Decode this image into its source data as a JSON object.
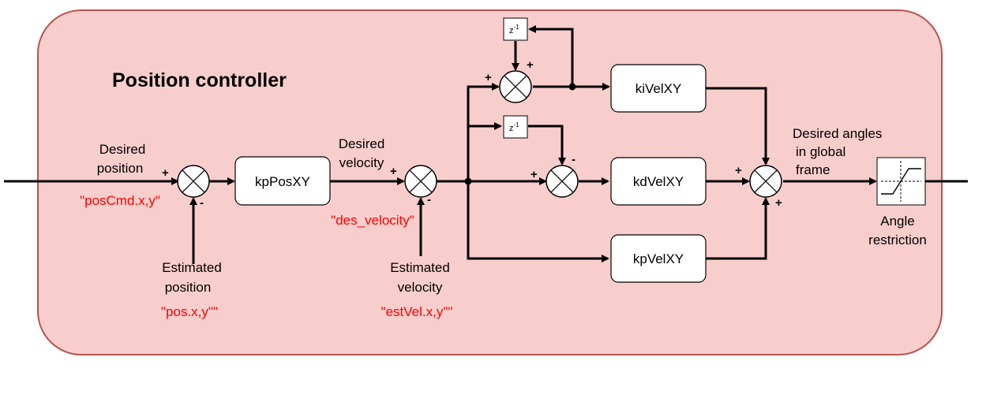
{
  "title": "Position controller",
  "blocks": {
    "kp_pos": "kpPosXY",
    "ki_vel": "kiVelXY",
    "kd_vel": "kdVelXY",
    "kp_vel": "kpVelXY",
    "delay": "z",
    "delay_exp": "-1"
  },
  "labels": {
    "desired_position": [
      "Desired",
      "position"
    ],
    "estimated_position": [
      "Estimated",
      "position"
    ],
    "desired_velocity": [
      "Desired",
      "velocity"
    ],
    "estimated_velocity": [
      "Estimated",
      "velocity"
    ],
    "desired_angles": [
      "Desired angles",
      "in global",
      "frame"
    ],
    "angle_restriction": [
      "Angle",
      "restriction"
    ]
  },
  "variables": {
    "pos_cmd": "\"posCmd.x,y\"",
    "pos": "\"pos.x,y\"\"",
    "des_velocity": "\"des_velocity\"",
    "est_vel": "\"estVel.x,y\"\""
  },
  "signs": {
    "plus": "+",
    "minus": "-"
  },
  "colors": {
    "container_fill": "#f8cecc",
    "container_border": "#b85450",
    "variable_text": "#ff0000"
  }
}
